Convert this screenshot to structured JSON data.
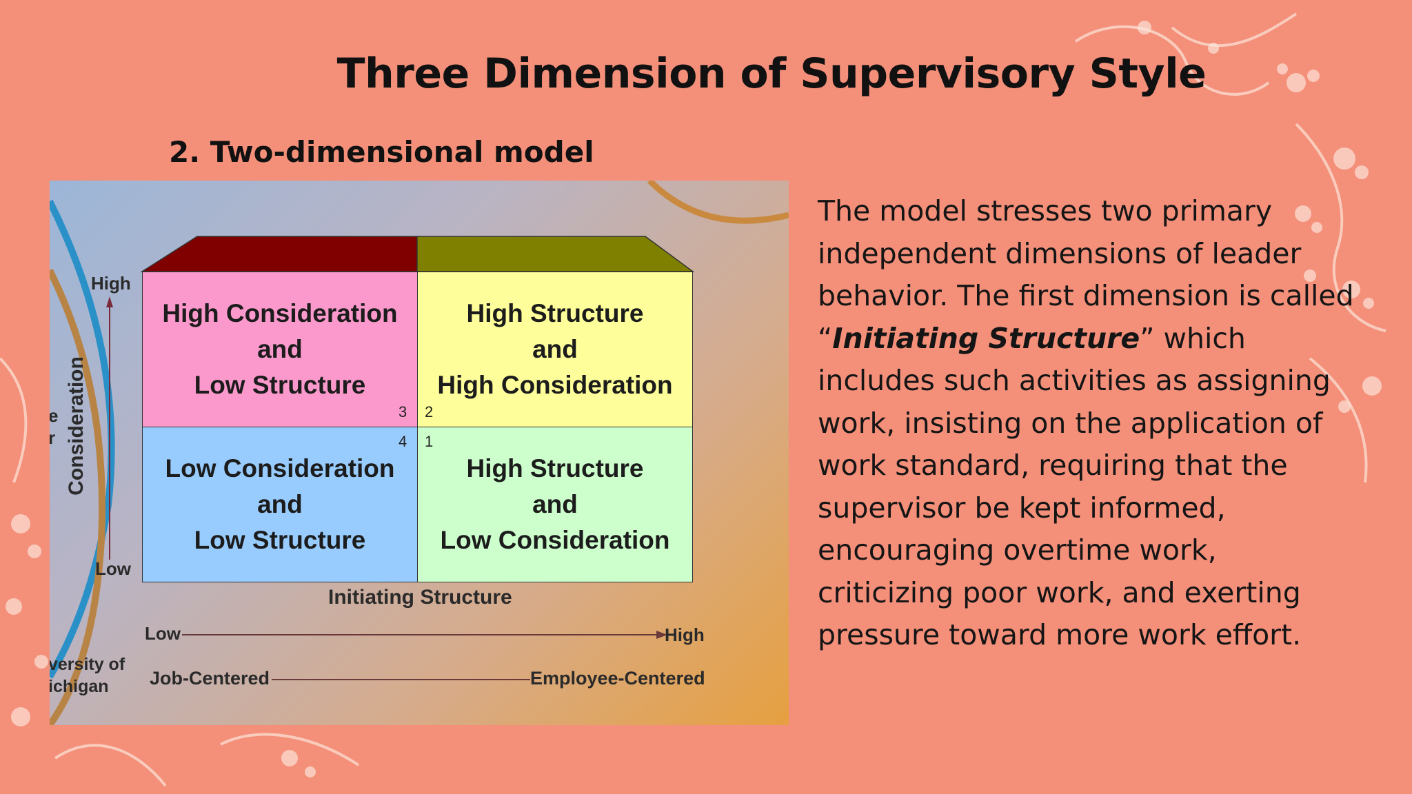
{
  "slide": {
    "title": "Three Dimension  of Supervisory Style",
    "subtitle": "2. Two-dimensional model"
  },
  "figure": {
    "quadrants": [
      {
        "lines": [
          "High Consideration",
          "and",
          "Low Structure"
        ],
        "number": "3",
        "color": "#fc99cc"
      },
      {
        "lines": [
          "High Structure",
          "and",
          "High Consideration"
        ],
        "number": "2",
        "color": "#fefe9a"
      },
      {
        "lines": [
          "Low Consideration",
          "and",
          "Low Structure"
        ],
        "number": "4",
        "color": "#99ccfe"
      },
      {
        "lines": [
          "High Structure",
          "and",
          "Low Consideration"
        ],
        "number": "1",
        "color": "#ccffcc"
      }
    ],
    "top_bar_colors": [
      "#800000",
      "#808000"
    ],
    "y_axis": {
      "label": "Consideration",
      "high": "High",
      "low": "Low"
    },
    "x_axis": {
      "label": "Initiating Structure",
      "low": "Low",
      "high": "High"
    },
    "orientation_axis": {
      "left": "Job-Centered",
      "right": "Employee-Centered"
    },
    "source_fragment": [
      "versity of",
      "ichigan"
    ],
    "edge_fragment": [
      "e",
      "r"
    ]
  },
  "body": {
    "p1": "The model stresses two primary independent dimensions of leader behavior. The first dimension is called “",
    "em1": "Initiating Structure",
    "p2": "” which includes such activities as assigning work, insisting on the application of work standard, requiring that the supervisor be kept informed, encouraging  overtime work, criticizing poor work, and exerting pressure toward more work effort."
  },
  "colors": {
    "background": "#f4907a",
    "title_text": "#111111"
  }
}
